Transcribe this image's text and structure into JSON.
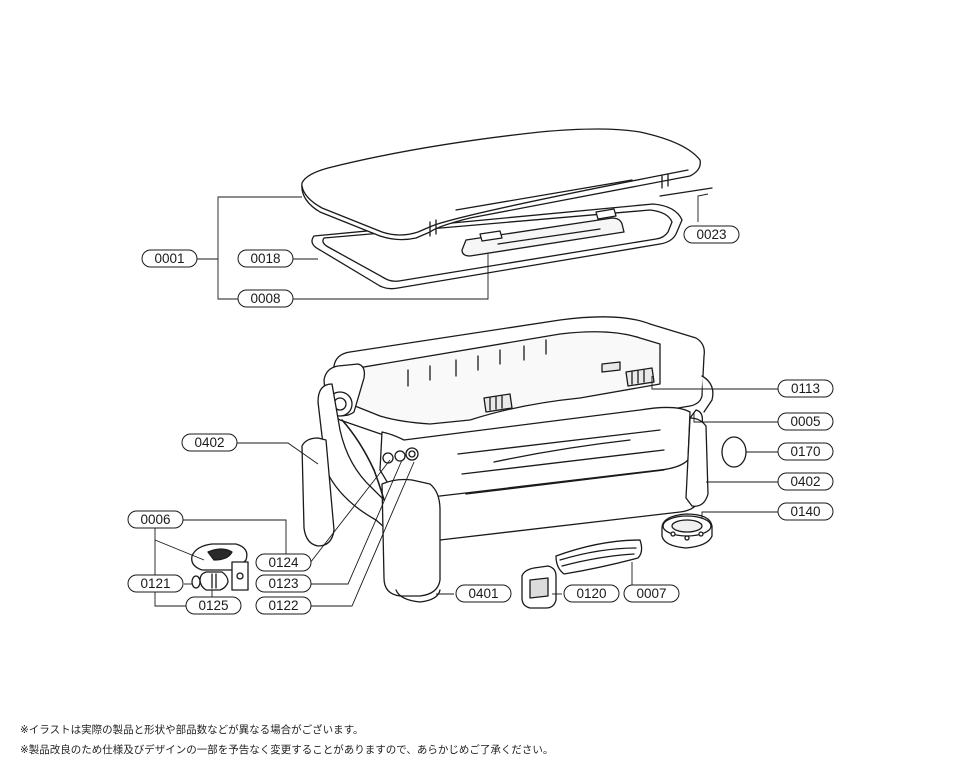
{
  "callouts": [
    {
      "id": "c0001",
      "text": "0001"
    },
    {
      "id": "c0018",
      "text": "0018"
    },
    {
      "id": "c0008",
      "text": "0008"
    },
    {
      "id": "c0023",
      "text": "0023"
    },
    {
      "id": "c0113",
      "text": "0113"
    },
    {
      "id": "c0005",
      "text": "0005"
    },
    {
      "id": "c0170",
      "text": "0170"
    },
    {
      "id": "c0402r",
      "text": "0402"
    },
    {
      "id": "c0140",
      "text": "0140"
    },
    {
      "id": "c0402l",
      "text": "0402"
    },
    {
      "id": "c0006",
      "text": "0006"
    },
    {
      "id": "c0124",
      "text": "0124"
    },
    {
      "id": "c0121",
      "text": "0121"
    },
    {
      "id": "c0123",
      "text": "0123"
    },
    {
      "id": "c0125",
      "text": "0125"
    },
    {
      "id": "c0122",
      "text": "0122"
    },
    {
      "id": "c0401",
      "text": "0401"
    },
    {
      "id": "c0120",
      "text": "0120"
    },
    {
      "id": "c0007",
      "text": "0007"
    }
  ],
  "notes": {
    "line1": "※イラストは実際の製品と形状や部品数などが異なる場合がございます。",
    "line2": "※製品改良のため仕様及びデザインの一部を予告なく変更することがありますので、あらかじめご了承ください。"
  },
  "colors": {
    "line": "#1a1a1a",
    "fill": "#ffffff",
    "shade": "#efefef"
  }
}
